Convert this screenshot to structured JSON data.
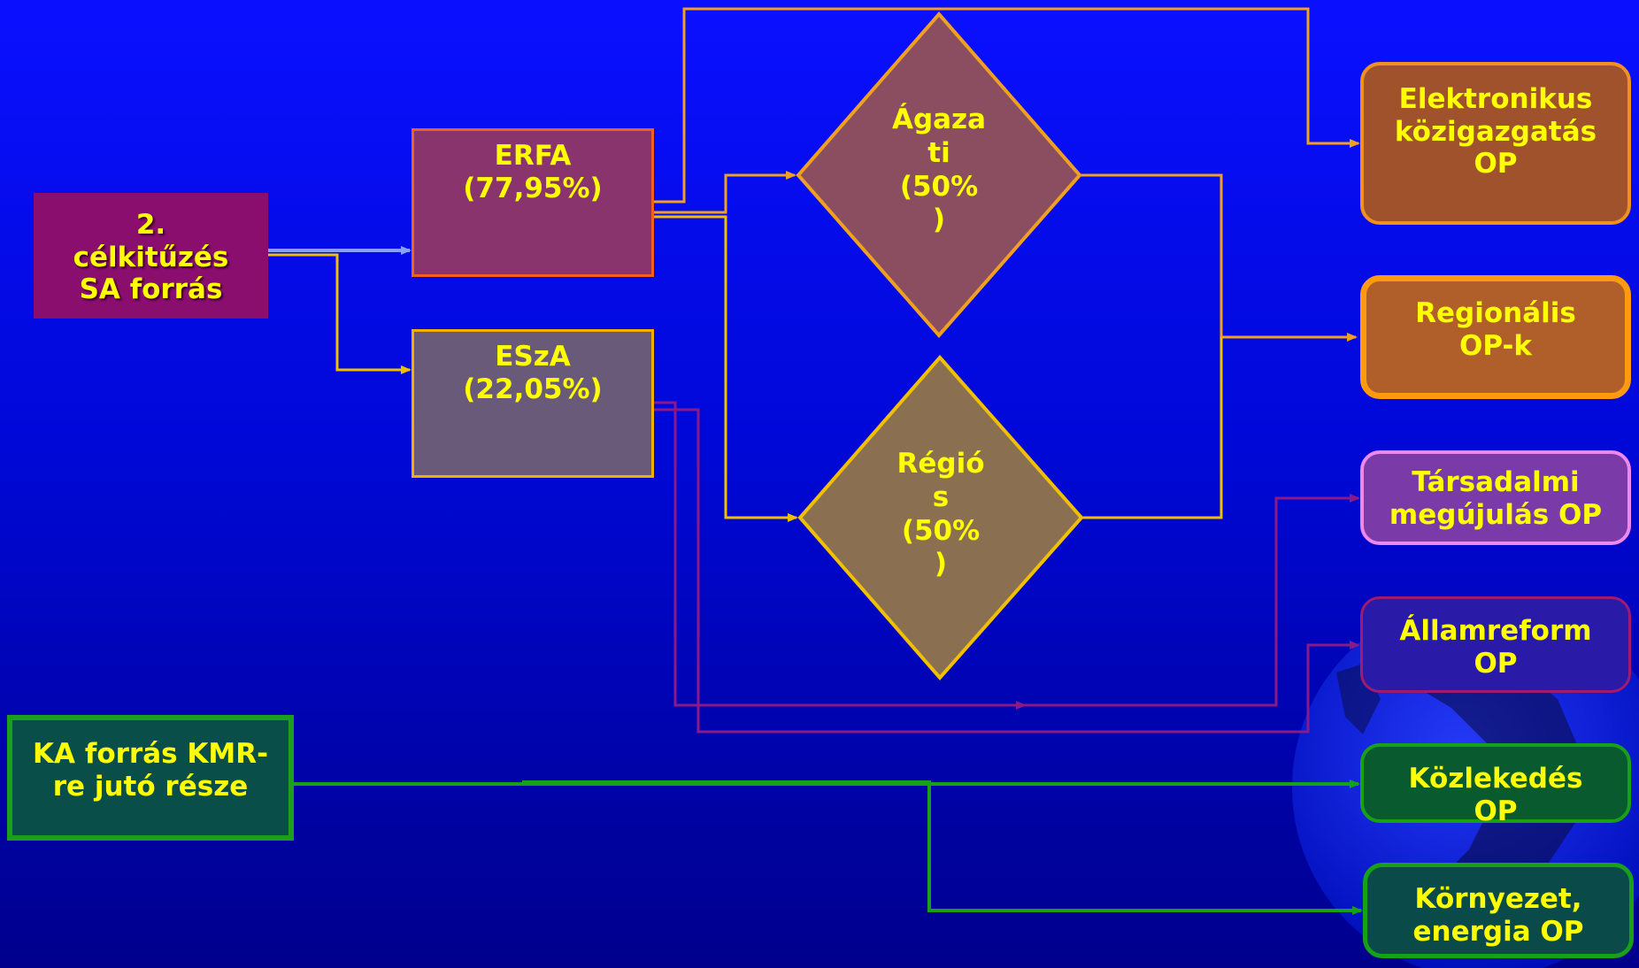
{
  "source_box": {
    "line1": "2.",
    "line2": "célkitűzés",
    "line3": "SA forrás"
  },
  "erfa_box": {
    "line1": "ERFA",
    "line2": "(77,95%)"
  },
  "esza_box": {
    "line1": "ESzA",
    "line2": "(22,05%)"
  },
  "diamond_sector": {
    "line1": "Ágaza",
    "line2": "ti",
    "line3": "(50%",
    "line4": ")"
  },
  "diamond_region": {
    "line1": "Régió",
    "line2": "s",
    "line3": "(50%",
    "line4": ")"
  },
  "ka_box": {
    "line1": "KA forrás KMR-",
    "line2": "re jutó része"
  },
  "outputs": {
    "electronic": {
      "line1": "Elektronikus",
      "line2": "közigazgatás",
      "line3": "OP"
    },
    "regional": {
      "line1": "Regionális",
      "line2": "OP-k"
    },
    "social": {
      "line1": "Társadalmi",
      "line2": "megújulás OP"
    },
    "state_reform": {
      "line1": "Államreform",
      "line2": "OP"
    },
    "transport": {
      "line1": "Közlekedés",
      "line2": "OP"
    },
    "environment": {
      "line1": "Környezet,",
      "line2": "energia OP"
    }
  },
  "colors": {
    "background_top": "#0a10ff",
    "background_bottom": "#00008c",
    "text": "#ffff00",
    "arrow_orange": "#f0a020",
    "arrow_yellow": "#f0c000",
    "arrow_purple": "#8a1a8a",
    "arrow_green": "#18a018",
    "arrow_lightblue": "#8aa0ff"
  }
}
